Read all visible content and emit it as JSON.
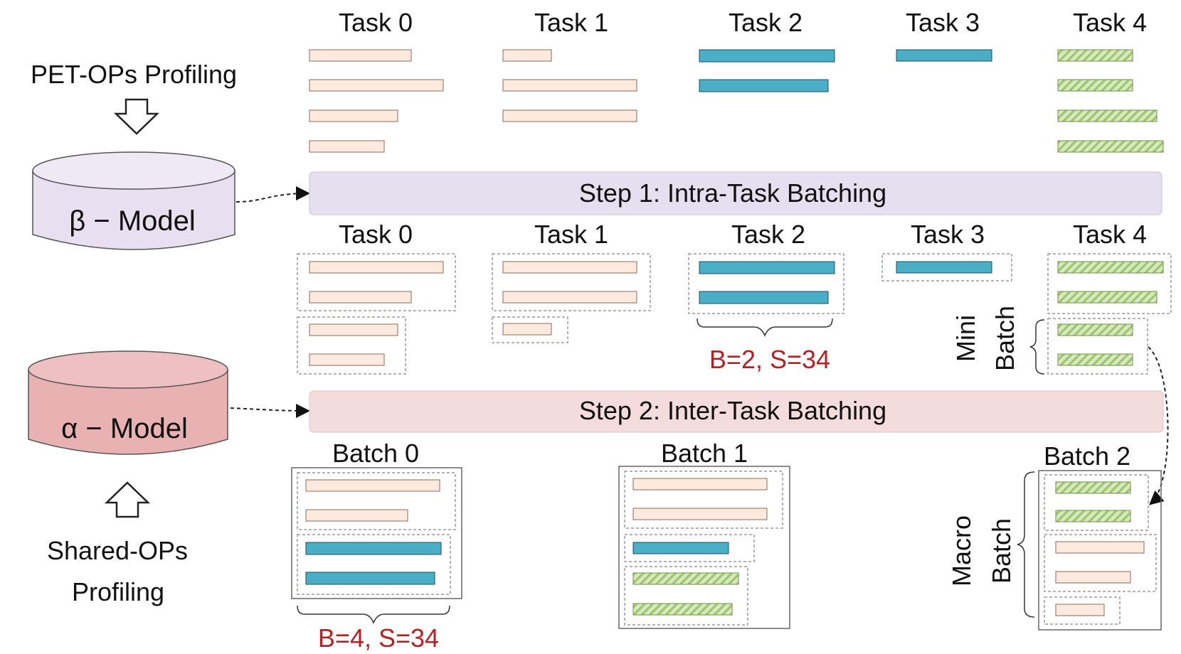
{
  "colors": {
    "peach": "#fde9dd",
    "teal": "#4aaec7",
    "green": "#cfe3b0",
    "green_stripe": "#a9cd7a",
    "beta_model": "#e8e0f0",
    "alpha_model": "#e8b2b3",
    "step1_band": "#e6dff0",
    "step2_band": "#f5dcdc",
    "red_text": "#b22222"
  },
  "left": {
    "pet_ops": "PET-OPs  Profiling",
    "beta_model": "β − Model",
    "alpha_model": "α − Model",
    "shared_ops_line1": "Shared-OPs",
    "shared_ops_line2": "Profiling"
  },
  "top_tasks": [
    "Task 0",
    "Task 1",
    "Task 2",
    "Task 3",
    "Task 4"
  ],
  "step1": "Step 1: Intra-Task Batching",
  "mid_tasks": [
    "Task 0",
    "Task 1",
    "Task 2",
    "Task 3",
    "Task 4"
  ],
  "task2_annotation": "B=2,  S=34",
  "mini_batch": {
    "line1": "Mini",
    "line2": "Batch"
  },
  "step2": "Step 2: Inter-Task Batching",
  "batches": [
    "Batch  0",
    "Batch  1",
    "Batch  2"
  ],
  "batch0_annotation": "B=4,  S=34",
  "macro_batch": {
    "line1": "Macro",
    "line2": "Batch"
  }
}
